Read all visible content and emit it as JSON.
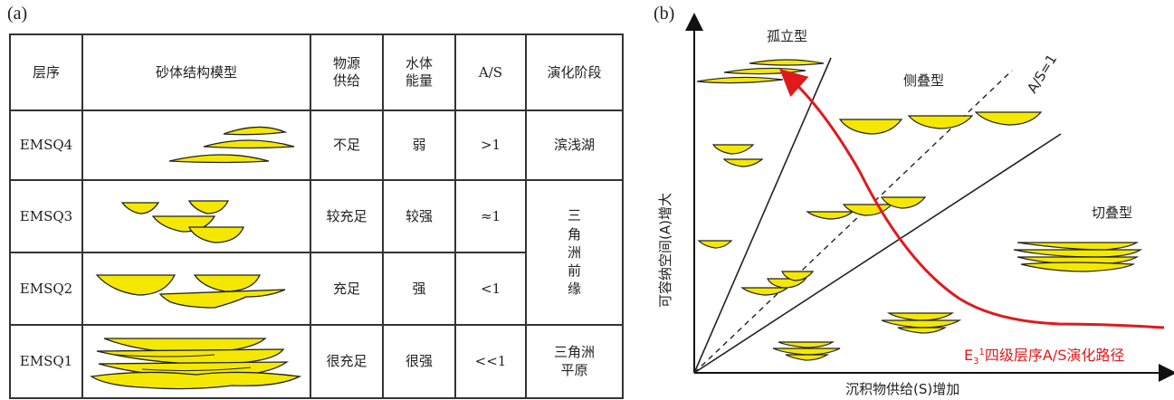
{
  "panel_a": {
    "label": "(a)",
    "headers": [
      "层序",
      "砂体结构模型",
      "物源\n供给",
      "水体\n能量",
      "A/S",
      "演化阶段"
    ],
    "rows": [
      {
        "seq": "EMSQ4",
        "supply": "不足",
        "energy": "弱",
        "as": ">1"
      },
      {
        "seq": "EMSQ3",
        "supply": "较充足",
        "energy": "较强",
        "as": "≈1"
      },
      {
        "seq": "EMSQ2",
        "supply": "充足",
        "energy": "强",
        "as": "<1"
      },
      {
        "seq": "EMSQ1",
        "supply": "很充足",
        "energy": "很强",
        "as": "<<1"
      }
    ],
    "stages": {
      "shallow_lake": "滨浅湖",
      "delta_front": "三角洲前缘",
      "delta_plain": "三角洲平原"
    }
  },
  "panel_b": {
    "label": "(b)",
    "y_axis_label": "可容纳空间(A)增大",
    "x_axis_label": "沉积物供给(S)增加",
    "line_label": "A/S=1",
    "types": {
      "isolated": "孤立型",
      "lateral": "侧叠型",
      "cut": "切叠型"
    },
    "path_label": {
      "prefix": "E",
      "subscript": "3",
      "superscript": "1",
      "text": "四级层序A/S演化路径"
    }
  },
  "colors": {
    "sand_fill": "#f5e800",
    "outline": "#222222",
    "path": "#e0191b"
  }
}
